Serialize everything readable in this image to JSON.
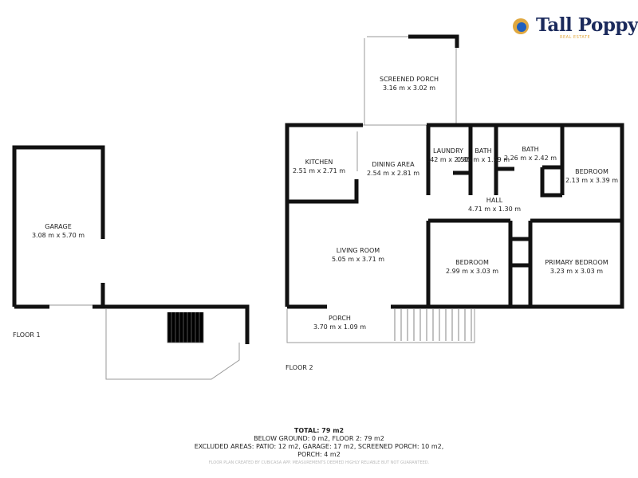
{
  "logo": {
    "name": "Tall Poppy",
    "subtitle": "REAL ESTATE",
    "colors": {
      "navy": "#1b2a5c",
      "gold": "#e0a840",
      "blue": "#1f5fbf"
    }
  },
  "floors": [
    {
      "label": "FLOOR 1",
      "rooms": [
        {
          "name": "GARAGE",
          "size": "3.08 m x 5.70 m"
        }
      ]
    },
    {
      "label": "FLOOR 2",
      "rooms": [
        {
          "name": "SCREENED PORCH",
          "size": "3.16 m x 3.02 m"
        },
        {
          "name": "KITCHEN",
          "size": "2.51 m x 2.71 m"
        },
        {
          "name": "DINING AREA",
          "size": "2.54 m x 2.81 m"
        },
        {
          "name": "LAUNDRY",
          "size": ".42 m x 2.50"
        },
        {
          "name": "BATH",
          "size": "0.85 m x 1.59 m"
        },
        {
          "name": "BATH",
          "size": "2.26 m x 2.42 m"
        },
        {
          "name": "BEDROOM",
          "size": "2.13 m x 3.39 m"
        },
        {
          "name": "HALL",
          "size": "4.71 m x 1.30 m"
        },
        {
          "name": "LIVING ROOM",
          "size": "5.05 m x 3.71 m"
        },
        {
          "name": "BEDROOM",
          "size": "2.99 m x 3.03 m"
        },
        {
          "name": "PRIMARY BEDROOM",
          "size": "3.23 m x 3.03 m"
        },
        {
          "name": "PORCH",
          "size": "3.70 m x 1.09 m"
        }
      ]
    }
  ],
  "summary": {
    "total": "TOTAL: 79 m2",
    "line1": "BELOW GROUND: 0 m2, FLOOR 2: 79 m2",
    "line2": "EXCLUDED AREAS: PATIO: 12 m2, GARAGE: 17 m2, SCREENED PORCH: 10 m2,",
    "line3": "PORCH: 4 m2",
    "disclaimer": "FLOOR PLAN CREATED BY CUBICASA APP. MEASUREMENTS DEEMED HIGHLY RELIABLE BUT NOT GUARANTEED."
  }
}
